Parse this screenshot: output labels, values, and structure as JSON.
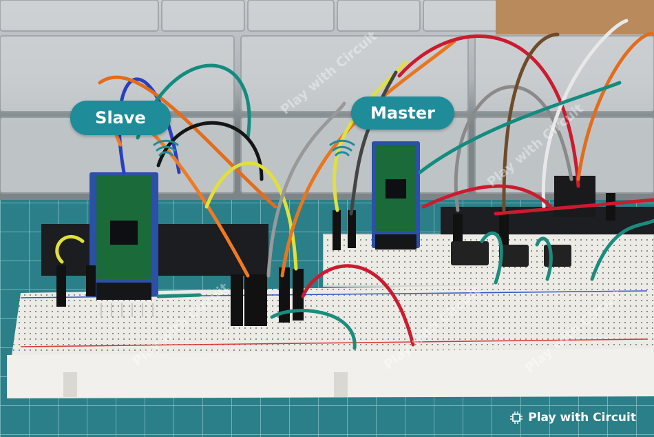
{
  "labels": {
    "slave": "Slave",
    "master": "Master"
  },
  "watermarks": [
    "Play with Circuit",
    "Play with Circuit",
    "Play with Circuit",
    "Play with Circuit",
    "Play with Circuit"
  ],
  "brand": {
    "text": "Play with Circuit",
    "icon": "chip-icon"
  },
  "colors": {
    "label_bg": "#1f8c99",
    "mat": "#2b7f88",
    "breadboard": "#ecebe6",
    "module_blue": "#2c4fa8",
    "wifi": "#1f8c99"
  }
}
